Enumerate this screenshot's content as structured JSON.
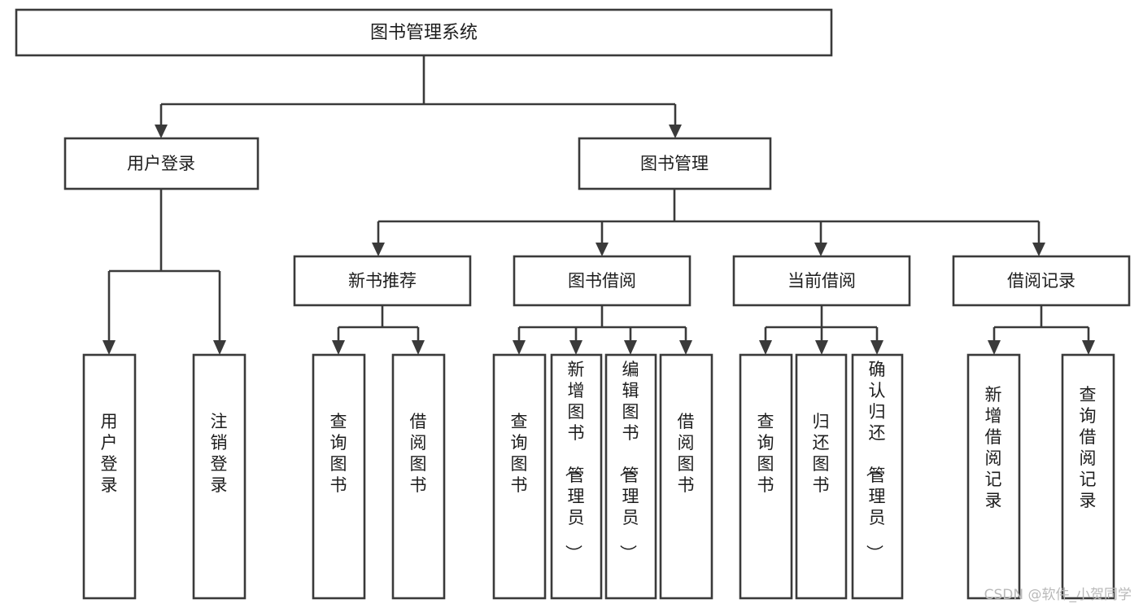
{
  "diagram": {
    "kind": "function-structure-tree",
    "title": "图书管理系统",
    "root": {
      "id": "root",
      "label": "图书管理系统"
    },
    "level2": [
      {
        "id": "user-login",
        "label": "用户登录"
      },
      {
        "id": "book-management",
        "label": "图书管理"
      }
    ],
    "level3": [
      {
        "id": "new-book-recommend",
        "label": "新书推荐",
        "parent": "book-management"
      },
      {
        "id": "book-borrow",
        "label": "图书借阅",
        "parent": "book-management"
      },
      {
        "id": "current-borrow",
        "label": "当前借阅",
        "parent": "book-management"
      },
      {
        "id": "borrow-record",
        "label": "借阅记录",
        "parent": "book-management"
      }
    ],
    "leaves": [
      {
        "id": "leaf-user-login",
        "label": "用户登录",
        "parent": "user-login"
      },
      {
        "id": "leaf-logout-login",
        "label": "注销登录",
        "parent": "user-login"
      },
      {
        "id": "leaf-query-book-1",
        "label": "查询图书",
        "parent": "new-book-recommend"
      },
      {
        "id": "leaf-borrow-book-1",
        "label": "借阅图书",
        "parent": "new-book-recommend"
      },
      {
        "id": "leaf-query-book-2",
        "label": "查询图书",
        "parent": "book-borrow"
      },
      {
        "id": "leaf-add-book",
        "label": "新增图书（管理员）",
        "parent": "book-borrow"
      },
      {
        "id": "leaf-edit-book",
        "label": "编辑图书（管理员）",
        "parent": "book-borrow"
      },
      {
        "id": "leaf-borrow-book-2",
        "label": "借阅图书",
        "parent": "book-borrow"
      },
      {
        "id": "leaf-query-book-3",
        "label": "查询图书",
        "parent": "current-borrow"
      },
      {
        "id": "leaf-return-book",
        "label": "归还图书",
        "parent": "current-borrow"
      },
      {
        "id": "leaf-confirm-return",
        "label": "确认归还（管理员）",
        "parent": "current-borrow"
      },
      {
        "id": "leaf-add-record",
        "label": "新增借阅记录",
        "parent": "borrow-record"
      },
      {
        "id": "leaf-query-record",
        "label": "查询借阅记录",
        "parent": "borrow-record"
      }
    ]
  },
  "colors": {
    "stroke": "#3a3a3a",
    "box_fill": "#ffffff",
    "text": "#1d1d1d",
    "background": "#ffffff",
    "watermark": "#b9b9b9"
  },
  "watermark": {
    "text": "CSDN @软件_小贺同学"
  }
}
